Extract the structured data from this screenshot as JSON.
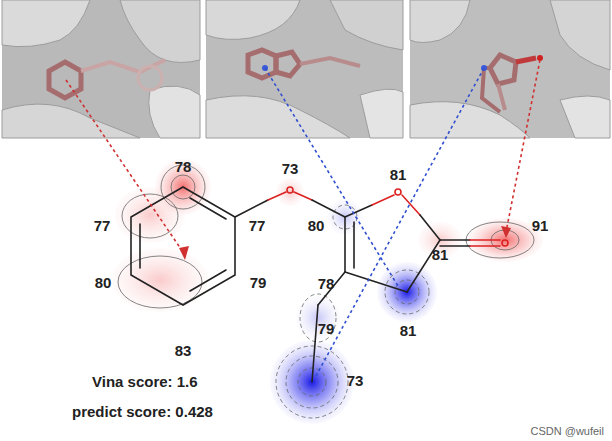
{
  "diagram": {
    "labels": [
      "78",
      "73",
      "81",
      "77",
      "77",
      "80",
      "91",
      "81",
      "80",
      "79",
      "78",
      "81",
      "79",
      "83",
      "73",
      "Vina score: 1.6",
      "predict score: 0.428",
      "CSDN @wufeil"
    ]
  }
}
